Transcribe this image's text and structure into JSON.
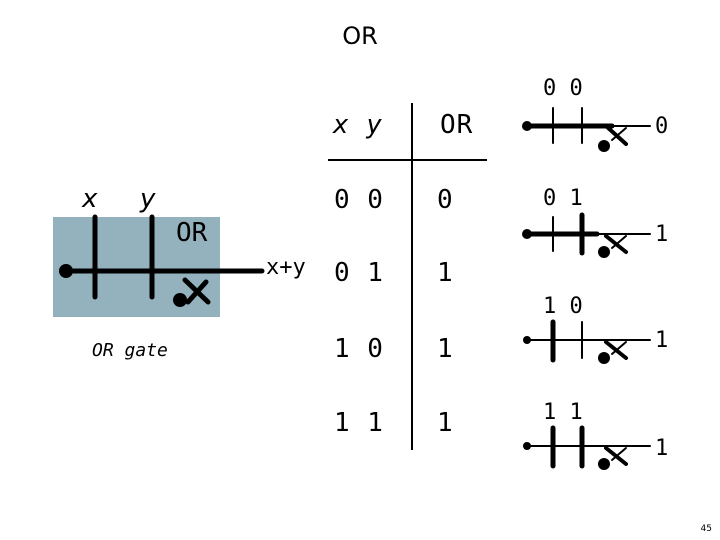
{
  "title": "OR",
  "gate": {
    "input_x": "x",
    "input_y": "y",
    "box_label": "OR",
    "output_label": "x+y",
    "caption": "OR gate"
  },
  "truth_table": {
    "header_inputs": "x y",
    "header_output": "OR",
    "rows": [
      {
        "inputs": "0 0",
        "output": "0"
      },
      {
        "inputs": "0 1",
        "output": "1"
      },
      {
        "inputs": "1 0",
        "output": "1"
      },
      {
        "inputs": "1 1",
        "output": "1"
      }
    ]
  },
  "switch_diagrams": [
    {
      "inputs": "0 0",
      "output": "0"
    },
    {
      "inputs": "0 1",
      "output": "1"
    },
    {
      "inputs": "1 0",
      "output": "1"
    },
    {
      "inputs": "1 1",
      "output": "1"
    }
  ],
  "page_number": "45"
}
